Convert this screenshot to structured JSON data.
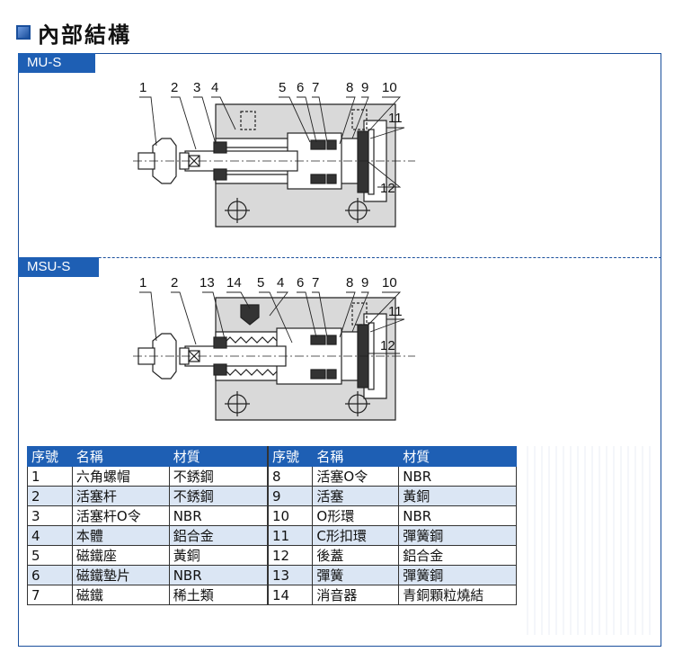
{
  "heading": {
    "title": "內部結構"
  },
  "sections": [
    {
      "tab": "MU-S",
      "callouts": [
        "1",
        "2",
        "3",
        "4",
        "5",
        "6",
        "7",
        "8",
        "9",
        "10",
        "11",
        "12"
      ]
    },
    {
      "tab": "MSU-S",
      "callouts": [
        "1",
        "2",
        "13",
        "14",
        "5",
        "4",
        "6",
        "7",
        "8",
        "9",
        "10",
        "11",
        "12"
      ]
    }
  ],
  "table": {
    "headers": [
      "序號",
      "名稱",
      "材質",
      "序號",
      "名稱",
      "材質"
    ],
    "rows": [
      [
        "1",
        "六角螺帽",
        "不銹鋼",
        "8",
        "活塞O令",
        "NBR"
      ],
      [
        "2",
        "活塞杆",
        "不銹鋼",
        "9",
        "活塞",
        "黃銅"
      ],
      [
        "3",
        "活塞杆O令",
        "NBR",
        "10",
        "O形環",
        "NBR"
      ],
      [
        "4",
        "本體",
        "鋁合金",
        "11",
        "C形扣環",
        "彈簧鋼"
      ],
      [
        "5",
        "磁鐵座",
        "黃銅",
        "12",
        "後蓋",
        "鋁合金"
      ],
      [
        "6",
        "磁鐵墊片",
        "NBR",
        "13",
        "彈簧",
        "彈簧鋼"
      ],
      [
        "7",
        "磁鐵",
        "稀土類",
        "14",
        "消音器",
        "青銅顆粒燒結"
      ]
    ]
  },
  "colors": {
    "accent": "#1e5fb4",
    "body_fill": "#d9d9d9",
    "row_alt": "#dbe6f4"
  }
}
